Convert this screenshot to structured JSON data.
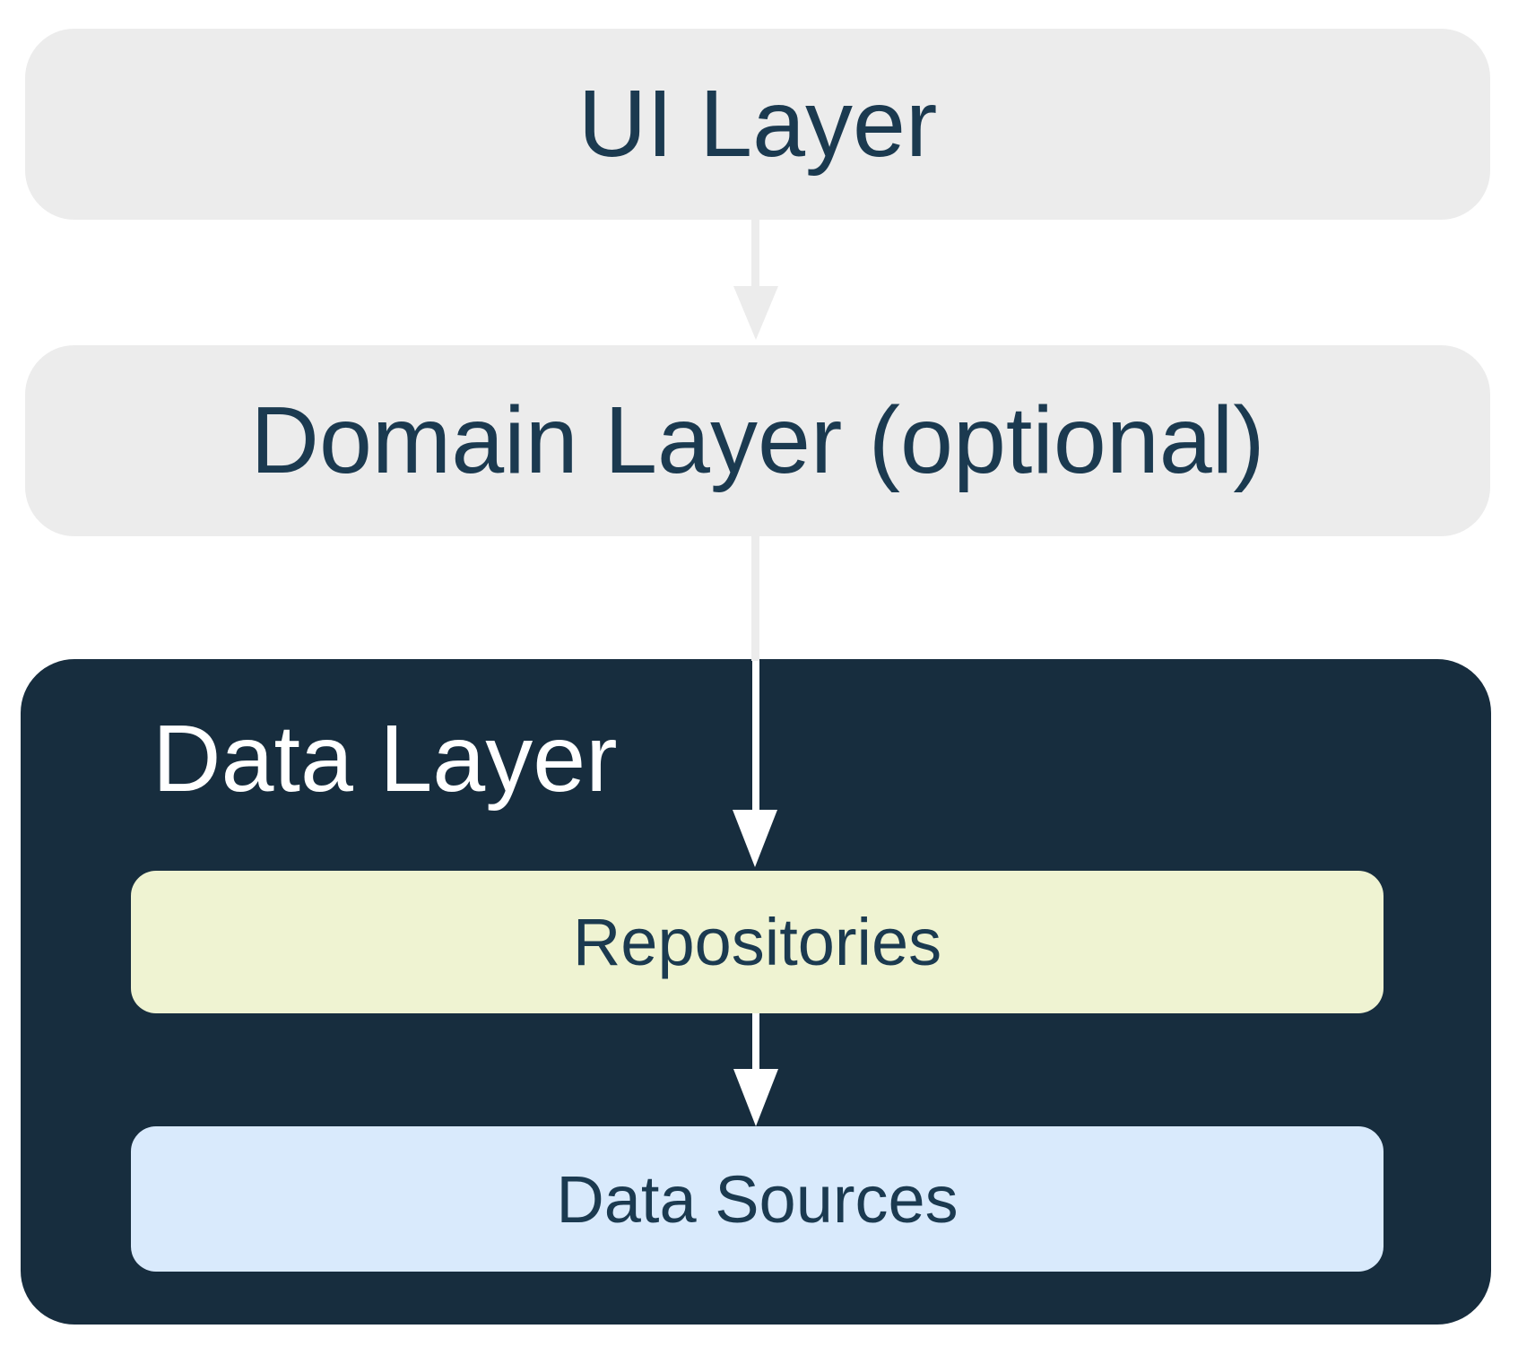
{
  "diagram": {
    "boxes": {
      "ui_layer": {
        "label": "UI Layer",
        "bg": "#ECECEC",
        "text_color": "#1B3A50"
      },
      "domain_layer": {
        "label": "Domain Layer (optional)",
        "bg": "#ECECEC",
        "text_color": "#1B3A50"
      },
      "data_layer": {
        "label": "Data Layer",
        "bg": "#172D3E",
        "text_color": "#FFFFFF"
      },
      "repositories": {
        "label": "Repositories",
        "bg": "#EFF3D2",
        "text_color": "#1B3A50"
      },
      "data_sources": {
        "label": "Data Sources",
        "bg": "#D9EAFC",
        "text_color": "#1B3A50"
      }
    },
    "arrows": [
      {
        "name": "ui-to-domain",
        "direction": "down",
        "color": "#ECECEC"
      },
      {
        "name": "domain-to-repositories",
        "direction": "down",
        "color_outside_dark_box": "#ECECEC",
        "color_inside_dark_box": "#FFFFFF"
      },
      {
        "name": "repositories-to-data-sources",
        "direction": "down",
        "color": "#FFFFFF"
      }
    ]
  }
}
